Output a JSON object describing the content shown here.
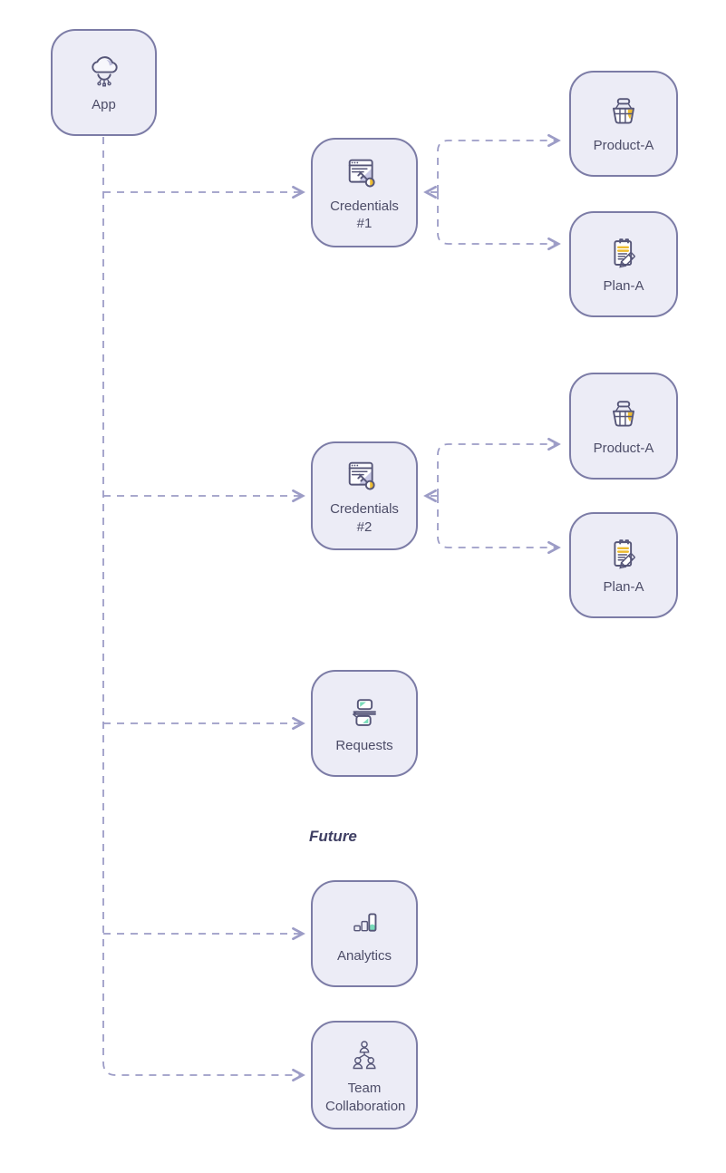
{
  "canvas": {
    "background": "#ffffff"
  },
  "colors": {
    "node_fill": "#ececf6",
    "node_border": "#7c7ca6",
    "edge_line": "#9c9cc6",
    "label_text": "#4d4d68",
    "future_text": "#3f3f63",
    "accent_yellow": "#ecbb2f",
    "accent_green": "#79dcba",
    "accent_pink": "#f2a0a8",
    "accent_light_purple": "#c3c3e0"
  },
  "nodes": {
    "app": {
      "label": "App",
      "icon": "cloud-circuit-icon"
    },
    "credentials_1": {
      "label": "Credentials #1",
      "icon": "browser-key-icon"
    },
    "product_a_1": {
      "label": "Product-A",
      "icon": "basket-icon"
    },
    "plan_a_1": {
      "label": "Plan-A",
      "icon": "clipboard-pencil-icon"
    },
    "credentials_2": {
      "label": "Credentials #2",
      "icon": "browser-key-icon"
    },
    "product_a_2": {
      "label": "Product-A",
      "icon": "basket-icon"
    },
    "plan_a_2": {
      "label": "Plan-A",
      "icon": "clipboard-pencil-icon"
    },
    "requests": {
      "label": "Requests",
      "icon": "documents-exchange-icon"
    },
    "analytics": {
      "label": "Analytics",
      "icon": "bar-chart-icon"
    },
    "team_collaboration": {
      "label": "Team Collaboration",
      "icon": "team-icon"
    }
  },
  "annotations": {
    "future_label": "Future"
  },
  "edges": [
    {
      "from": "app",
      "to": "credentials_1"
    },
    {
      "from": "app",
      "to": "credentials_2"
    },
    {
      "from": "app",
      "to": "requests"
    },
    {
      "from": "app",
      "to": "analytics"
    },
    {
      "from": "app",
      "to": "team_collaboration"
    },
    {
      "from": "credentials_1",
      "to": "product_a_1"
    },
    {
      "from": "credentials_1",
      "to": "plan_a_1"
    },
    {
      "from": "credentials_2",
      "to": "product_a_2"
    },
    {
      "from": "credentials_2",
      "to": "plan_a_2"
    }
  ]
}
